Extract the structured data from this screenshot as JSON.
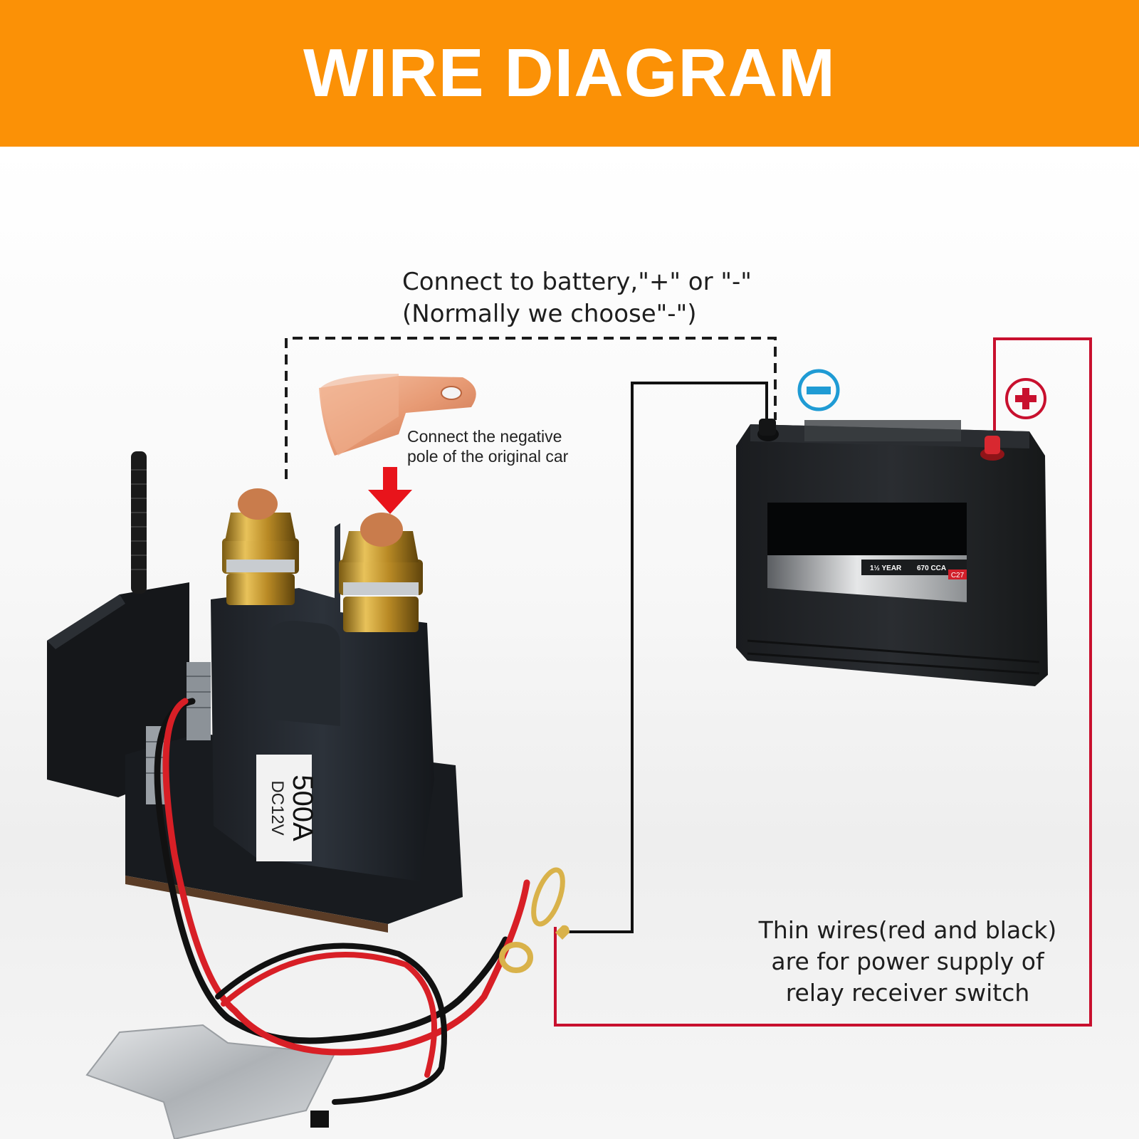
{
  "header": {
    "title": "WIRE DIAGRAM",
    "background": "#fb9106"
  },
  "labels": {
    "battery_line1": "Connect to battery,\"+\" or \"-\"",
    "battery_line2": "(Normally we choose\"-\")",
    "negative_line1": "Connect the negative",
    "negative_line2": "pole of the original car",
    "thin_line1": "Thin wires(red and black)",
    "thin_line2": "are for power supply of",
    "thin_line3": "relay receiver switch"
  },
  "relay": {
    "rating": "500A",
    "voltage": "DC12V"
  },
  "battery": {
    "negative_symbol": "−",
    "positive_symbol": "+",
    "badge_year": "1½ YEAR",
    "badge_cca": "670 CCA",
    "badge_code": "C27"
  },
  "colors": {
    "negative": "#1f9bd4",
    "positive": "#c8102e",
    "wire_red": "#d81f26",
    "guide_red": "#c8102e",
    "arrow": "#e8141b"
  },
  "icons": [
    "copper-lug-icon",
    "red-down-arrow-icon",
    "minus-circle-icon",
    "plus-circle-icon"
  ]
}
